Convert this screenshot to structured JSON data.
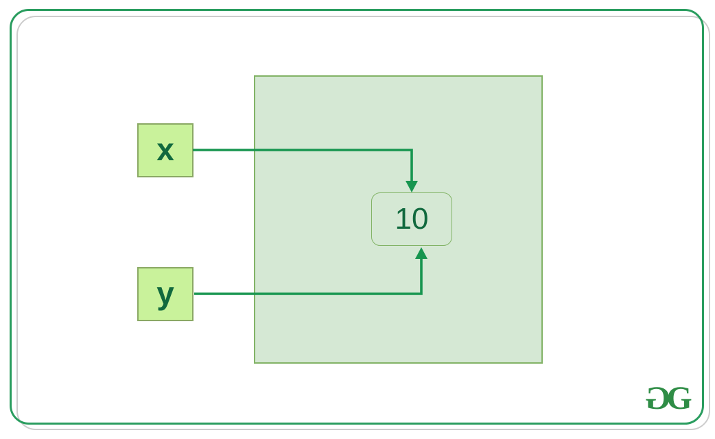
{
  "diagram": {
    "description": "Two variables referencing the same value in memory",
    "variables": [
      {
        "label": "x"
      },
      {
        "label": "y"
      }
    ],
    "value_box": {
      "label": "10"
    },
    "logo": {
      "g1": "G",
      "g2": "G"
    }
  },
  "colors": {
    "card_border": "#2a9d5f",
    "shadow_border": "#cccccc",
    "panel_fill": "#d5e8d4",
    "panel_border": "#82b366",
    "var_fill": "#c9f29b",
    "var_border": "#8aa864",
    "text_dark_green": "#11693e",
    "arrow": "#17954f",
    "logo_green": "#2f8d46"
  }
}
